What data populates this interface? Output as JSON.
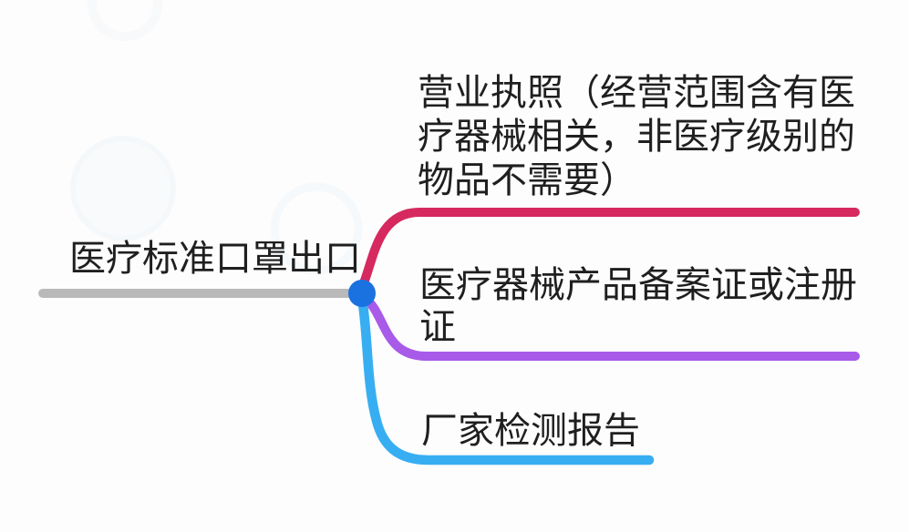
{
  "page": {
    "background_color": "#fdfdfd",
    "text_color": "#1f1f1f"
  },
  "root_node": {
    "label": "医疗标准口罩出口",
    "underline_color": "#b9b9b9"
  },
  "junction": {
    "dot_color": "#1a72e0"
  },
  "branches": [
    {
      "label": "营业执照（经营范围含有医疗器械相关，非医疗级别的物品不需要）",
      "lines": [
        "营业执照（经营范围含有医",
        "疗器械相关，非医疗级别的",
        "物品不需要）"
      ],
      "color": "#d6295f"
    },
    {
      "label": "医疗器械产品备案证或注册证",
      "lines": [
        "医疗器械产品备案证或注册",
        "证"
      ],
      "color": "#a85ae8"
    },
    {
      "label": "厂家检测报告",
      "lines": [
        "厂家检测报告"
      ],
      "color": "#38aef2"
    }
  ]
}
